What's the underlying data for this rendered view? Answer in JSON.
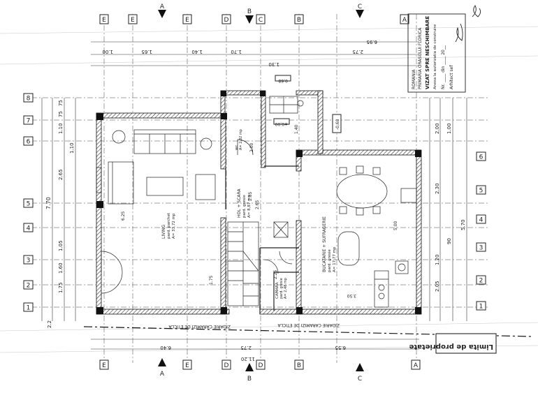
{
  "grid": {
    "letters_top": [
      "E",
      "E",
      "A",
      "E",
      "D",
      "B",
      "C",
      "B",
      "C",
      "A"
    ],
    "letters_bottom": [
      "E",
      "A",
      "E",
      "D",
      "B",
      "D",
      "B",
      "C",
      "A"
    ],
    "numbers_left": [
      "8",
      "7",
      "6",
      "5",
      "4",
      "3",
      "2",
      "1"
    ],
    "numbers_right": [
      "6",
      "5",
      "4",
      "3",
      "2",
      "1"
    ]
  },
  "rooms": {
    "living": [
      "LIVING",
      "pard. parchet",
      "A= 33,72 mp"
    ],
    "hol_scara": [
      "HOL + SCARA",
      "pard. gresie",
      "A= 8,87 mp"
    ],
    "bucatarie": [
      "BUCATARIE + SUFRAGERIE",
      "pard. gresie",
      "A= 17,77 mp"
    ],
    "camara": [
      "CAMARA",
      "pard. gresie",
      "A= 2,48 mp"
    ],
    "wc": [
      "wc",
      "A= 2,82 mp"
    ],
    "pardoseala": "-0,68"
  },
  "dims": {
    "top": [
      "1.00",
      "1.65",
      "1.40",
      "1.70",
      "1.30",
      "2.75"
    ],
    "top_total": "6.95",
    "bottom": [
      "6.40",
      "2.75",
      "6.55"
    ],
    "bottom_total": "11.20",
    "left": [
      "75",
      "75",
      "1.10",
      "1.10",
      "2.65",
      "1.05",
      "1.60",
      "1.75",
      "2.2"
    ],
    "left_total": "7.70",
    "right": [
      "2.00",
      "2.30",
      "1.00",
      "5.70",
      "1.20",
      "2.05",
      "90"
    ],
    "interior": [
      "2.35",
      "2.65",
      "6.25",
      "1.75",
      "5.00",
      "3.50",
      "2.25",
      "1.40",
      "2.00"
    ]
  },
  "labels": {
    "property_limit": "Limita de proprietate",
    "zid_note": "ZIDARIE CARAMIZI DE ETICLA",
    "level_top": "-0,68",
    "level_mid": "±0,00"
  },
  "stamp": {
    "line1": "ROMANIA",
    "line2": "PRIMARIA ORASULUI FLORICA",
    "line3": "VIZAT SPRE NESCHIMBARE",
    "line4": "Anexa la autorizatia de construire",
    "line5": "Nr. ____ din ____ 20__",
    "line6": "Arhitect sef"
  }
}
